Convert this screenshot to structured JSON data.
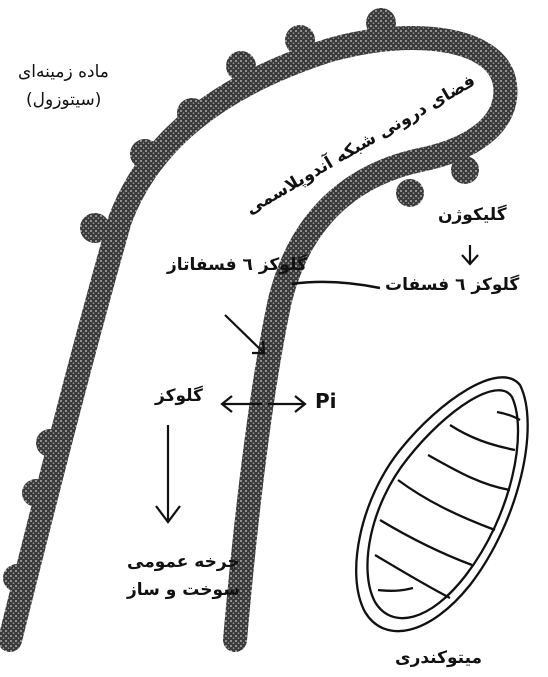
{
  "labels": {
    "cytosol": "ماده زمینه‌ای",
    "cytosol_paren": "(سیتوزول)",
    "er_lumen": "فضای درونی شبکه آندوپلاسمی",
    "glycogen": "گلیکوژن",
    "g6p": "گلوکز ٦ فسفات",
    "g6pase": "گلوکز ٦ فسفاتاز",
    "glucose": "گلوکز",
    "pi": "Pi",
    "circulation_line1": "چرخه عمومی",
    "circulation_line2": "سوخت و ساز",
    "mitochondrion": "میتوکندری"
  },
  "colors": {
    "ink": "#111111",
    "background": "#ffffff"
  }
}
